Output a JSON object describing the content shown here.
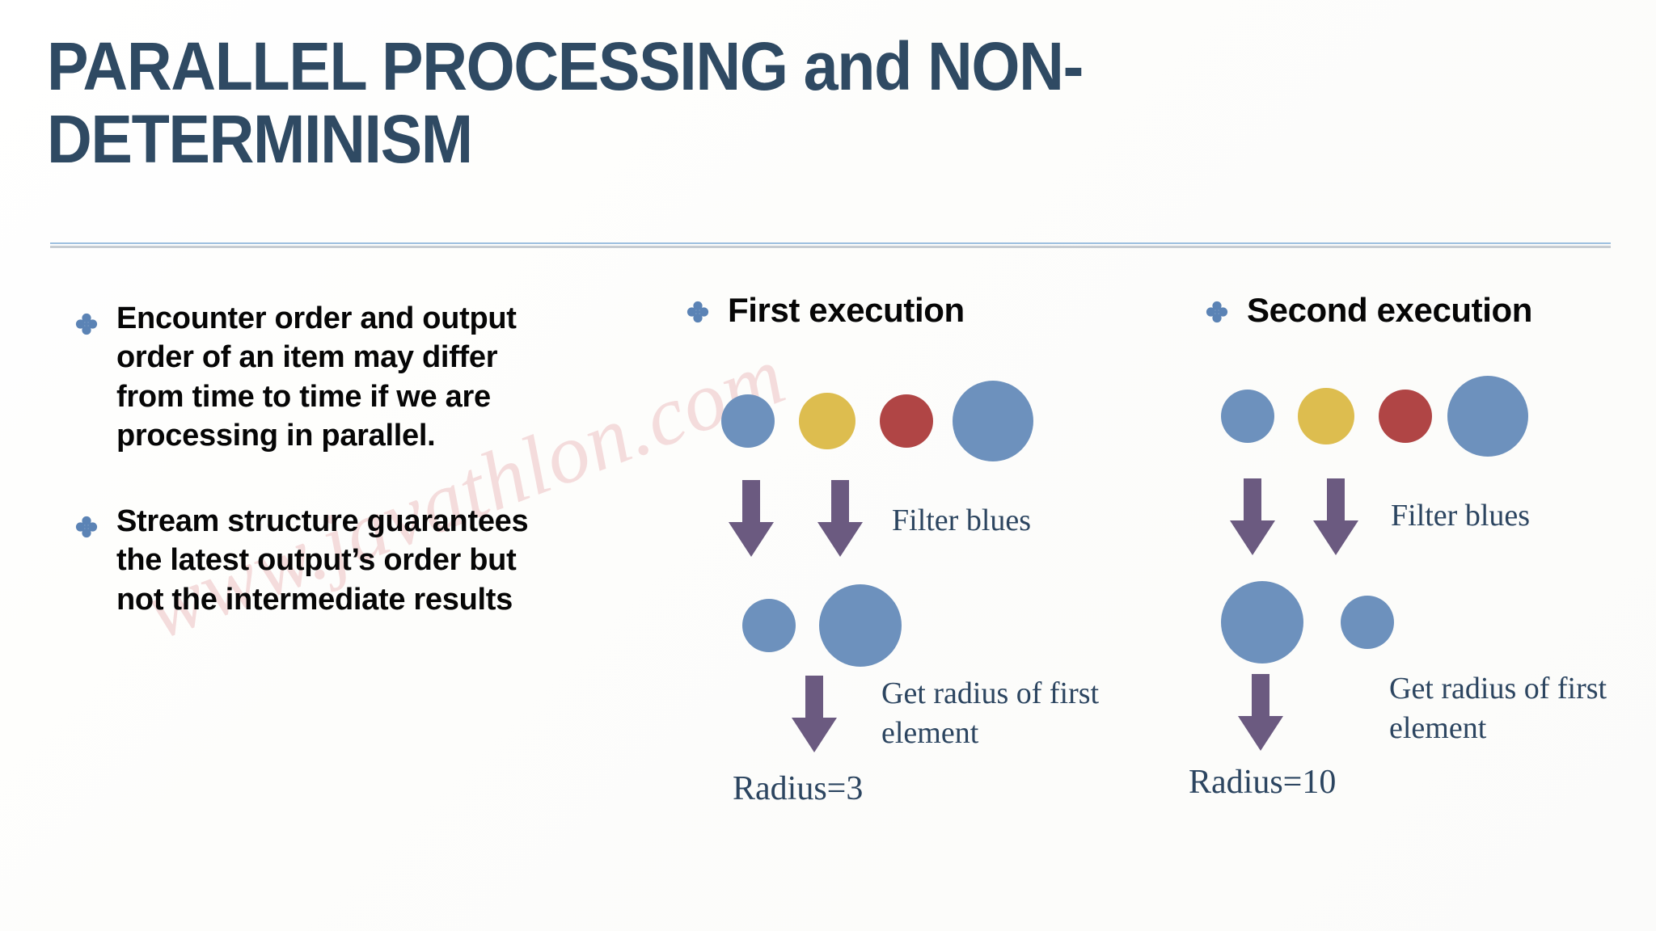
{
  "slide": {
    "title": "PARALLEL PROCESSING and NON-DETERMINISM",
    "watermark": "www.javathlon.com",
    "colors": {
      "title": "#2f4a63",
      "bullet": "#5b83b5",
      "blue_circle": "#6d91bd",
      "gold_circle": "#ddbd4f",
      "red_circle": "#b04545",
      "arrow": "#6b5a80",
      "serif_text": "#2c4560",
      "rule_blue": "#9dbfdf",
      "rule_gray": "#c6ccd2",
      "watermark": "#f3d7d7"
    }
  },
  "bullets": [
    {
      "text": "Encounter order and output order of an item may differ from time to time if we are processing in parallel."
    },
    {
      "text": "Stream structure guarantees  the latest output’s order but not the intermediate results"
    }
  ],
  "executions": [
    {
      "title": "First execution",
      "filter_label": "Filter blues",
      "get_radius_label": "Get radius of first element",
      "result": "Radius=3",
      "input_circles": [
        {
          "color": "blue",
          "d": 66
        },
        {
          "color": "gold",
          "d": 70
        },
        {
          "color": "red",
          "d": 66
        },
        {
          "color": "blue",
          "d": 100
        }
      ],
      "filtered_circles": [
        {
          "color": "blue",
          "d": 66
        },
        {
          "color": "blue",
          "d": 102
        }
      ]
    },
    {
      "title": "Second execution",
      "filter_label": "Filter blues",
      "get_radius_label": "Get radius of first element",
      "result": "Radius=10",
      "input_circles": [
        {
          "color": "blue",
          "d": 66
        },
        {
          "color": "gold",
          "d": 70
        },
        {
          "color": "red",
          "d": 66
        },
        {
          "color": "blue",
          "d": 100
        }
      ],
      "filtered_circles": [
        {
          "color": "blue",
          "d": 102
        },
        {
          "color": "blue",
          "d": 66
        }
      ]
    }
  ]
}
